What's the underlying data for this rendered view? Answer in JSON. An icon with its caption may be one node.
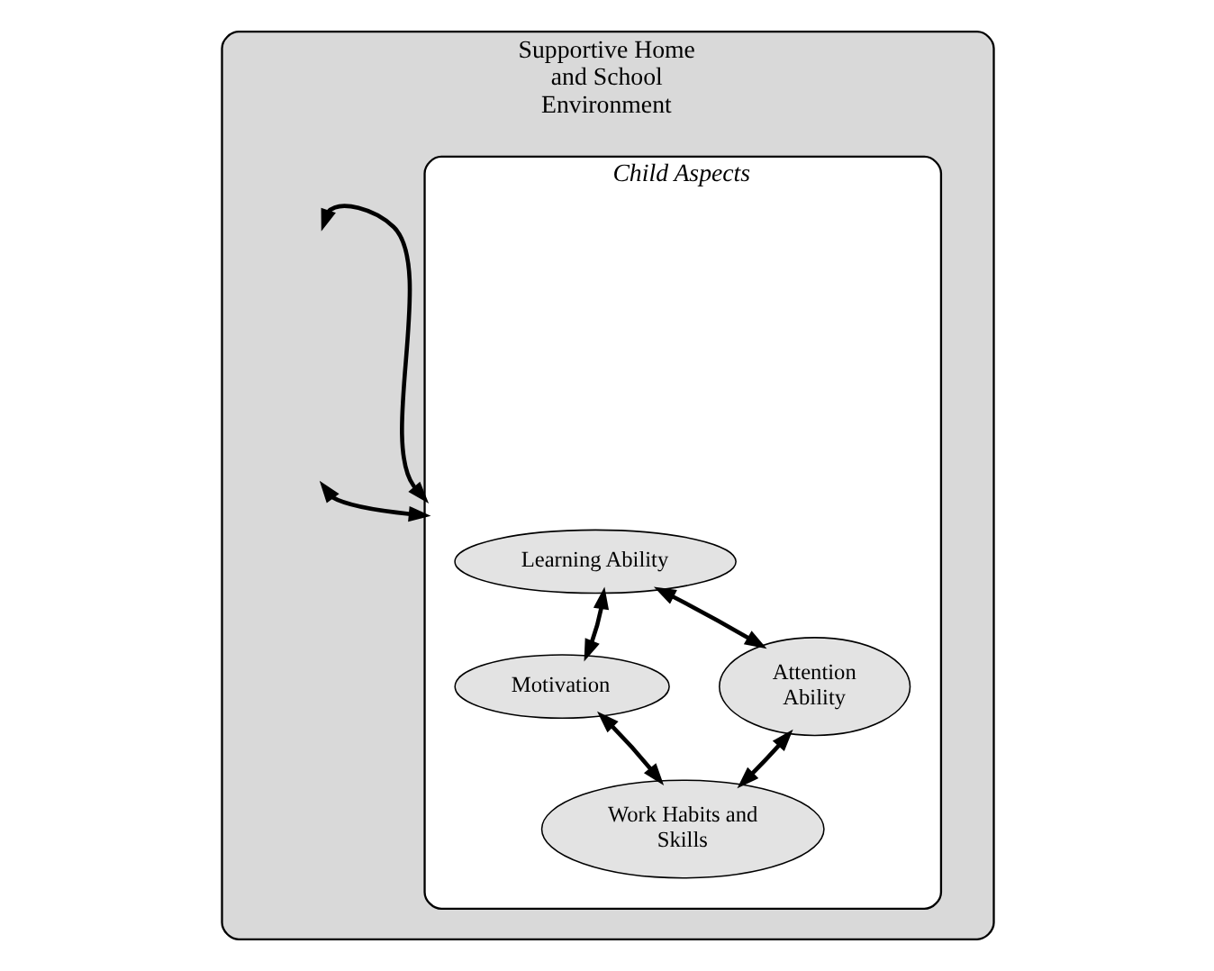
{
  "diagram": {
    "nodes": [
      {
        "text": [
          "Supportive Home and School Environment"
        ]
      },
      {
        "text": [
          "Child Aspects"
        ],
        "in": 0
      },
      {
        "text": [
          "Learning Ability"
        ],
        "in": 1
      },
      {
        "text": [
          "Motivation"
        ],
        "in": 1
      },
      {
        "text": [
          "Attention Ability"
        ],
        "in": 1
      },
      {
        "text": [
          "Work Habits and Skills"
        ],
        "in": 1
      }
    ],
    "edges": [
      {
        "from": 0,
        "to": 1,
        "arrow": "both"
      },
      {
        "from": 0,
        "to": 1,
        "arrow": "both"
      },
      {
        "from": 3,
        "to": 2,
        "arrow": "both"
      },
      {
        "from": 2,
        "to": 4,
        "arrow": "both"
      },
      {
        "from": 4,
        "to": 5,
        "arrow": "both"
      },
      {
        "from": 5,
        "to": 3,
        "arrow": "both"
      }
    ]
  }
}
